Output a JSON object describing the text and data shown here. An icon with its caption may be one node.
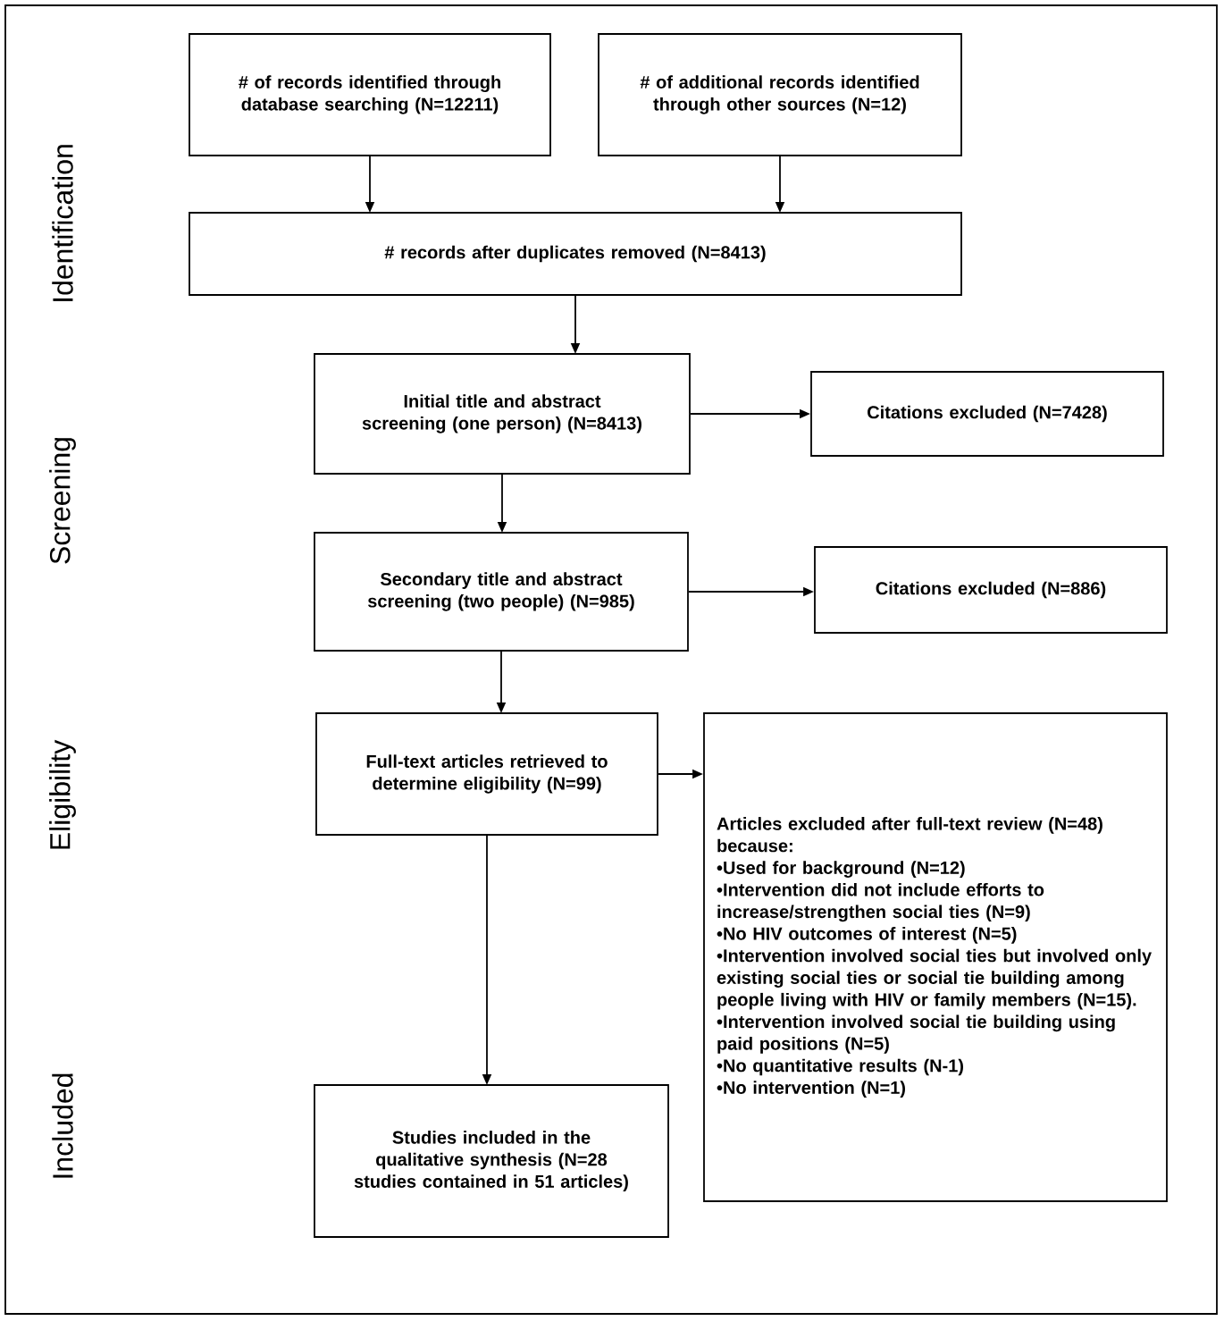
{
  "diagram": {
    "nodes": [
      {
        "text": [
          "# of records identified through database searching (N=12211)"
        ]
      },
      {
        "text": [
          "# of additional records identified through other sources (N=12)"
        ]
      },
      {
        "text": [
          "# records after duplicates removed (N=8413)"
        ]
      },
      {
        "text": [
          "Initial title and abstract screening (one person) (N=8413)"
        ]
      },
      {
        "text": [
          "Citations excluded (N=7428)"
        ]
      },
      {
        "text": [
          "Secondary title and abstract screening (two people) (N=985)"
        ]
      },
      {
        "text": [
          "Citations excluded (N=886)"
        ]
      },
      {
        "text": [
          "Full-text articles retrieved to determine eligibility (N=99)"
        ]
      },
      {
        "text": [
          "Articles excluded after full-text review (N=48) because:",
          "•Used for background (N=12)",
          "•Intervention did not include efforts to increase/strengthen social ties (N=9)",
          "•No HIV outcomes of interest (N=5)",
          "•Intervention involved social ties but involved only existing social ties or social tie building among people living with HIV or family members (N=15).",
          "•Intervention involved social tie building using paid positions (N=5)",
          "•No quantitative results (N-1)",
          "•No intervention (N=1)"
        ]
      },
      {
        "text": [
          "Studies included in the qualitative synthesis (N=28 studies contained in 51 articles)"
        ]
      }
    ],
    "edges": [
      {
        "from": 0,
        "to": 2,
        "arrow": "to"
      },
      {
        "from": 1,
        "to": 2,
        "arrow": "to"
      },
      {
        "from": 2,
        "to": 3,
        "arrow": "to"
      },
      {
        "from": 3,
        "to": 4,
        "arrow": "to"
      },
      {
        "from": 3,
        "to": 5,
        "arrow": "to"
      },
      {
        "from": 5,
        "to": 6,
        "arrow": "to"
      },
      {
        "from": 5,
        "to": 7,
        "arrow": "to"
      },
      {
        "from": 7,
        "to": 9,
        "arrow": "to"
      },
      {
        "from": 7,
        "to": 8,
        "arrow": "to"
      }
    ],
    "labels": [
      "Identification",
      "Screening",
      "Eligibility",
      "Included"
    ]
  }
}
